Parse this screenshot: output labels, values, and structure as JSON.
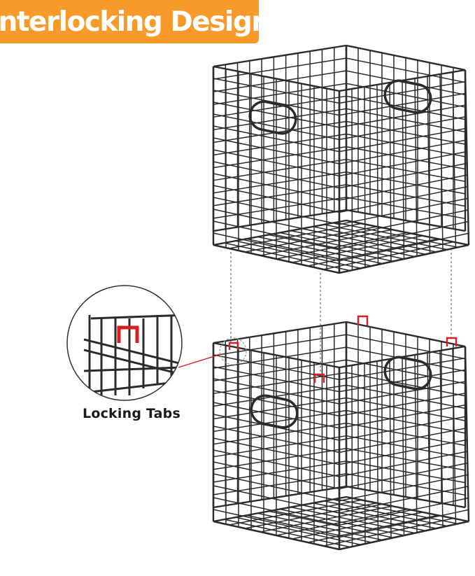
{
  "header": {
    "title": "Interlocking Design"
  },
  "callout": {
    "label": "Locking Tabs"
  },
  "colors": {
    "badge": "#f79a2a",
    "wire": "#2b2b2b",
    "tab": "#d81e1e",
    "text": "#1a1a1a"
  },
  "icons": [
    "wire-basket-top",
    "wire-basket-bottom",
    "locking-tab-zoom"
  ]
}
